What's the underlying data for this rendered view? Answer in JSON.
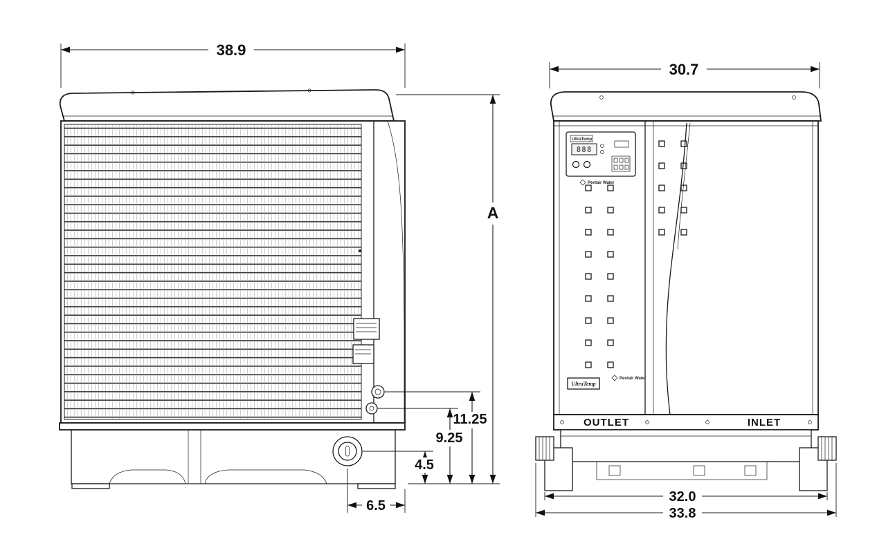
{
  "drawing": {
    "type": "heat-pump-dimension-drawing",
    "units": "inches",
    "line_color": "#1a1a1a"
  },
  "views": {
    "side": {
      "width": "38.9",
      "overall_height": "A",
      "upper_fitting_height": "11.25",
      "lower_fitting_height": "9.25",
      "drain_height": "4.5",
      "drain_offset": "6.5"
    },
    "front": {
      "width": "30.7",
      "feet_span": "32.0",
      "overall_width": "33.8",
      "outlet_label": "OUTLET",
      "inlet_label": "INLET",
      "panel": {
        "display_value": "888",
        "brand": "UltraTemp",
        "maker": "Pentair Water"
      }
    }
  }
}
